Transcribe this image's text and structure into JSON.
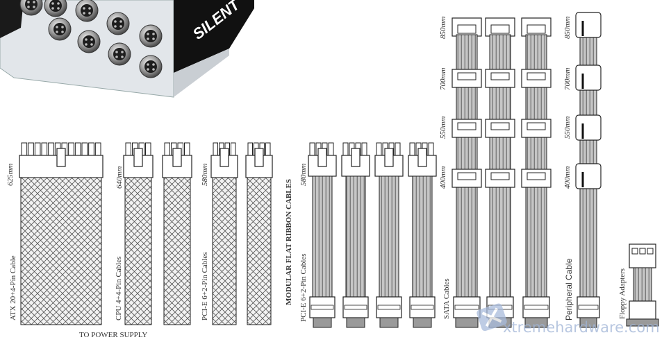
{
  "psu": {
    "brand_text": "SILENT",
    "connector_count": 9
  },
  "groups": {
    "atx": {
      "label": "ATX 20+4-Pin Cable",
      "length": "625mm"
    },
    "cpu": {
      "label": "CPU 4+4-Pin Cables",
      "length": "640mm"
    },
    "pcie_sleeved": {
      "label": "PCI-E 6+2-Pin Cables",
      "length": "580mm"
    },
    "ribbon_title": "MODULAR FLAT RIBBON CABLES",
    "pcie_ribbon": {
      "label": "PCI-E 6+2-Pin Cables",
      "length": "580mm"
    },
    "sata": {
      "label": "SATA Cables"
    },
    "peripheral": {
      "label": "Peripheral Cable"
    },
    "floppy": {
      "label": "Floppy Adapters"
    }
  },
  "length_marks": [
    "850mm",
    "700mm",
    "550mm",
    "400mm"
  ],
  "bottom_caption": "TO POWER SUPPLY",
  "watermark": "xtremehardware.com",
  "colors": {
    "line": "#222222",
    "ribbon_fill": "#c4c4c4",
    "ribbon_stripe": "#7a7a7a",
    "connector_fill": "#ffffff",
    "plug_fill": "#9a9a9a",
    "watermark": "#9fb4d6",
    "psu_panel": "#dfe3e8",
    "psu_black": "#121212"
  }
}
